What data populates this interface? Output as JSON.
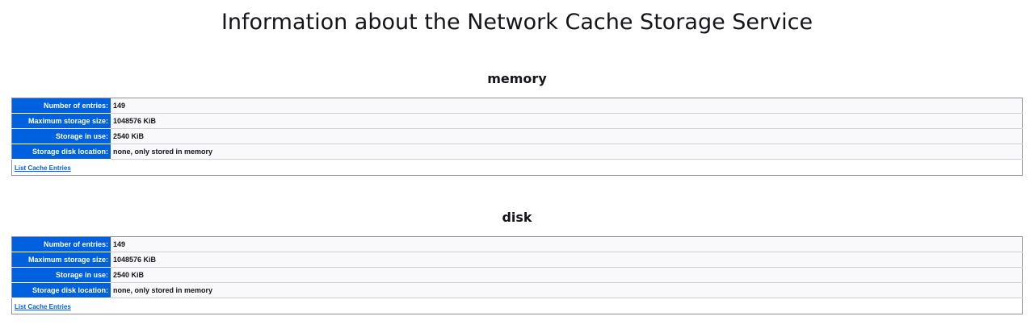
{
  "page": {
    "title": "Information about the Network Cache Storage Service"
  },
  "sections": [
    {
      "title": "memory",
      "rows": [
        {
          "label": "Number of entries:",
          "value": "149"
        },
        {
          "label": "Maximum storage size:",
          "value": "1048576 KiB"
        },
        {
          "label": "Storage in use:",
          "value": "2540 KiB"
        },
        {
          "label": "Storage disk location:",
          "value": "none, only stored in memory"
        }
      ],
      "link_label": "List Cache Entries"
    },
    {
      "title": "disk",
      "rows": [
        {
          "label": "Number of entries:",
          "value": "149"
        },
        {
          "label": "Maximum storage size:",
          "value": "1048576 KiB"
        },
        {
          "label": "Storage in use:",
          "value": "2540 KiB"
        },
        {
          "label": "Storage disk location:",
          "value": "none, only stored in memory"
        }
      ],
      "link_label": "List Cache Entries"
    }
  ],
  "colors": {
    "label_bg": "#0061e0",
    "value_bg": "#f9f9fb",
    "link": "#0061e0"
  }
}
